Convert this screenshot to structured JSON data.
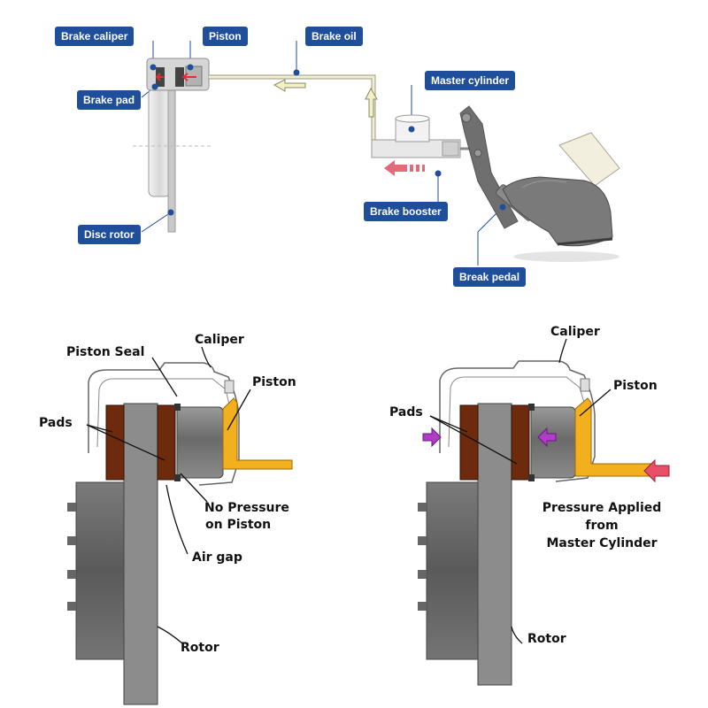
{
  "top_diagram": {
    "callouts": {
      "brake_caliper": "Brake caliper",
      "piston": "Piston",
      "brake_oil": "Brake oil",
      "master_cylinder": "Master cylinder",
      "brake_pad": "Brake pad",
      "brake_booster": "Brake booster",
      "disc_rotor": "Disc rotor",
      "break_pedal": "Break pedal"
    }
  },
  "left_diagram": {
    "caliper": "Caliper",
    "piston_seal": "Piston Seal",
    "piston": "Piston",
    "pads": "Pads",
    "no_pressure_line1": "No Pressure",
    "no_pressure_line2": "on Piston",
    "air_gap": "Air gap",
    "rotor": "Rotor"
  },
  "right_diagram": {
    "caliper": "Caliper",
    "piston": "Piston",
    "pads": "Pads",
    "pressure_line1": "Pressure Applied",
    "pressure_line2": "from",
    "pressure_line3": "Master Cylinder",
    "rotor": "Rotor"
  },
  "colors": {
    "callout_bg": "#1f4e9b",
    "pad_brown": "#6e2a0c",
    "rotor_gray": "#8a8a8a",
    "piston_gray": "#7a7a7a",
    "fluid_yellow": "#f2b01e",
    "arrow_magenta": "#b03cc8",
    "arrow_pink": "#e8506a"
  }
}
